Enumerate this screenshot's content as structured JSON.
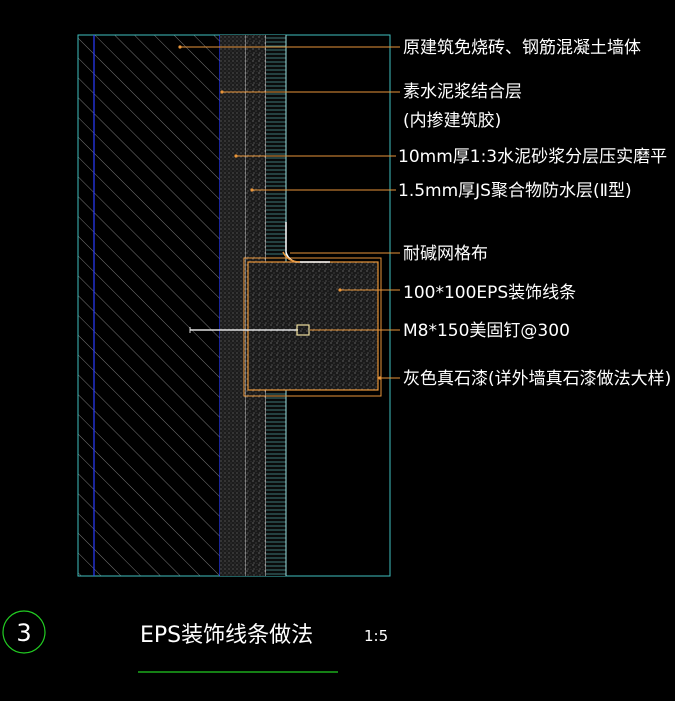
{
  "labels": [
    "原建筑免烧砖、钢筋混凝土墙体",
    "素水泥浆结合层",
    "(内掺建筑胶)",
    "10mm厚1:3水泥砂浆分层压实磨平",
    "1.5mm厚JS聚合物防水层(Ⅱ型)",
    "耐碱网格布",
    "100*100EPS装饰线条",
    "M8*150美固钉@300",
    "灰色真石漆(详外墙真石漆做法大样)"
  ],
  "title": {
    "number": "3",
    "text": "EPS装饰线条做法",
    "scale": "1:5"
  },
  "colors": {
    "background": "#000000",
    "frame": "#3fbfbf",
    "blue_line": "#2a3bff",
    "leader": "#e8953a",
    "text": "#ffffff",
    "circle": "#22cc22",
    "underline": "#22cc22"
  }
}
